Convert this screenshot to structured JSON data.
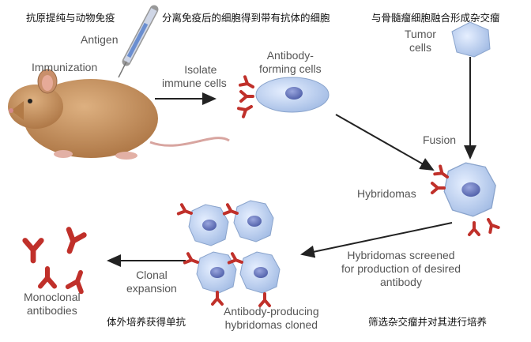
{
  "annotations_zh": {
    "step1": "抗原提纯与动物免疫",
    "step2": "分离免疫后的细胞得到带有抗体的细胞",
    "step3": "与骨髓瘤细胞融合形成杂交瘤",
    "step4": "体外培养获得单抗",
    "step5": "筛选杂交瘤并对其进行培养"
  },
  "labels": {
    "antigen": "Antigen",
    "immunization": "Immunization",
    "isolate_1": "Isolate",
    "isolate_2": "immune cells",
    "afc_1": "Antibody-",
    "afc_2": "forming cells",
    "tumor_1": "Tumor",
    "tumor_2": "cells",
    "fusion": "Fusion",
    "hybridomas": "Hybridomas",
    "screened_1": "Hybridomas screened",
    "screened_2": "for production of desired",
    "screened_3": "antibody",
    "clonal_1": "Clonal",
    "clonal_2": "expansion",
    "mono_1": "Monoclonal",
    "mono_2": "antibodies",
    "cloned_1": "Antibody-producing",
    "cloned_2": "hybridomas cloned"
  },
  "colors": {
    "antibody": "#c0302a",
    "cell": "#b9cfee",
    "nucleus": "#6f7fc0",
    "mouse": "#c99560",
    "arrow": "#222222"
  }
}
